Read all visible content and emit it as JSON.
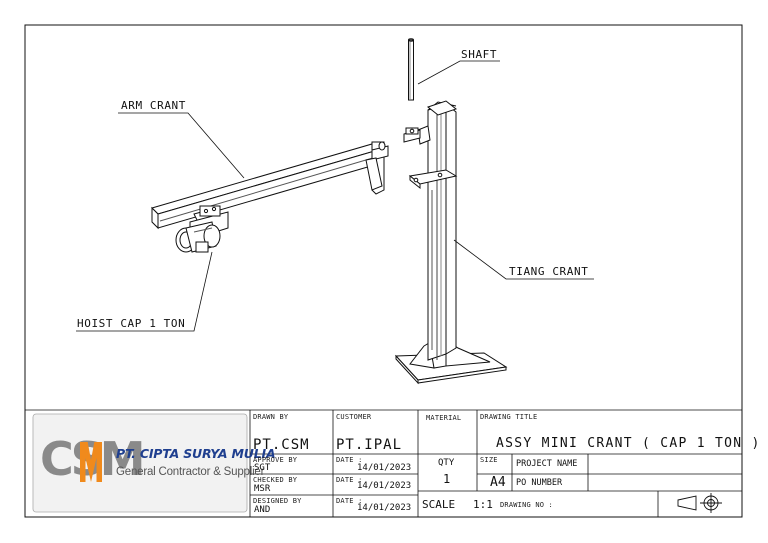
{
  "callouts": {
    "shaft": "SHAFT",
    "arm": "ARM CRANT",
    "tiang": "TIANG CRANT",
    "hoist": "HOIST CAP 1 TON"
  },
  "company": {
    "logo_text": "CSM",
    "name": "PT. CIPTA SURYA MULIA",
    "tagline": "General Contractor & Supplier",
    "colors": {
      "logo_gray": "#8a8a8a",
      "logo_orange": "#f08a1c",
      "name_blue": "#1f3f8f"
    }
  },
  "title_block": {
    "drawn_by_label": "DRAWN BY",
    "drawn_by": "PT.CSM",
    "customer_label": "CUSTOMER",
    "customer": "PT.IPAL",
    "material_label": "MATERIAL",
    "drawing_title_label": "DRAWING TITLE",
    "drawing_title": "ASSY MINI CRANT ( CAP 1 TON )",
    "approve_label": "APPROVE BY",
    "approve": "SGT",
    "checked_label": "CHECKED BY",
    "checked": "MSR",
    "designed_label": "DESIGNED BY",
    "designed": "AND",
    "date_label": "DATE :",
    "date1": "14/01/2023",
    "date2": "14/01/2023",
    "date3": "14/01/2023",
    "qty_label": "QTY",
    "qty": "1",
    "size_label": "SIZE",
    "size": "A4",
    "project_name_label": "PROJECT NAME",
    "po_number_label": "PO NUMBER",
    "scale_label": "SCALE",
    "scale": "1:1",
    "drawing_no_label": "DRAWING NO :"
  }
}
